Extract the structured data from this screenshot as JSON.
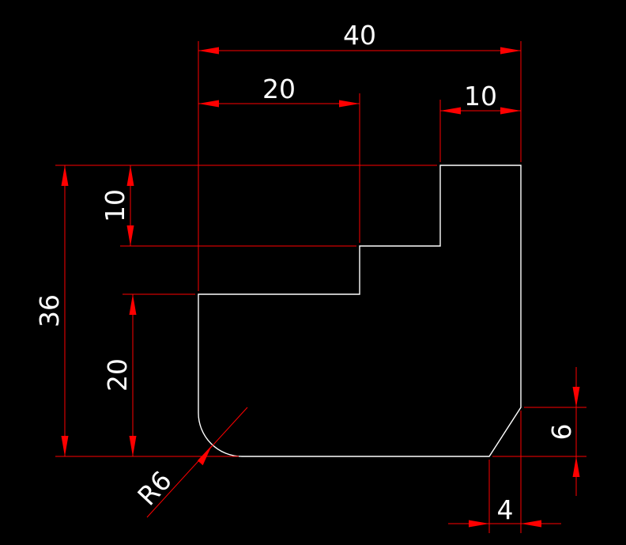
{
  "drawing": {
    "background_color": "#000000",
    "outline_color": "#ffffff",
    "dimension_color": "#ff0000",
    "dimension_text_color": "#ffffff"
  },
  "dimensions": {
    "overall_width": "40",
    "lower_step_width": "20",
    "top_step_width": "10",
    "top_step_height": "10",
    "overall_height": "36",
    "lower_height": "20",
    "fillet_radius": "R6",
    "chamfer_vertical": "6",
    "chamfer_horizontal": "4"
  }
}
